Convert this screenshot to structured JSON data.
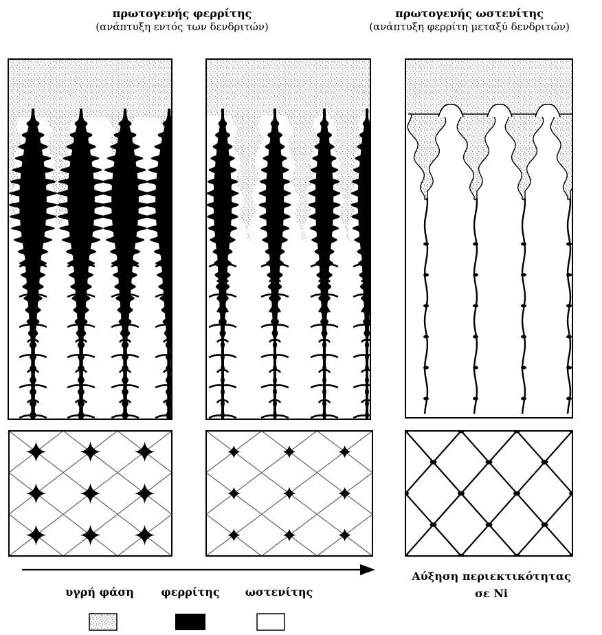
{
  "headers": {
    "left_title": "πρωτογενής φερρίτης",
    "left_subtitle": "(ανάπτυξη εντός των δενδριτών)",
    "right_title": "πρωτογενής ωστενίτης",
    "right_subtitle": "(ανάπτυξη φερρίτη μεταξύ δενδριτών)"
  },
  "arrow": {
    "label_line1": "Αύξηση περιεκτικότητας",
    "label_line2": "σε Ni"
  },
  "legend": [
    {
      "label": "υγρή φάση",
      "pattern": "stippled"
    },
    {
      "label": "φερρίτης",
      "pattern": "solid-black"
    },
    {
      "label": "ωστενίτης",
      "pattern": "white"
    }
  ],
  "colors": {
    "ink": "#000000",
    "paper": "#ffffff",
    "stipple": "#6e6e6e"
  }
}
